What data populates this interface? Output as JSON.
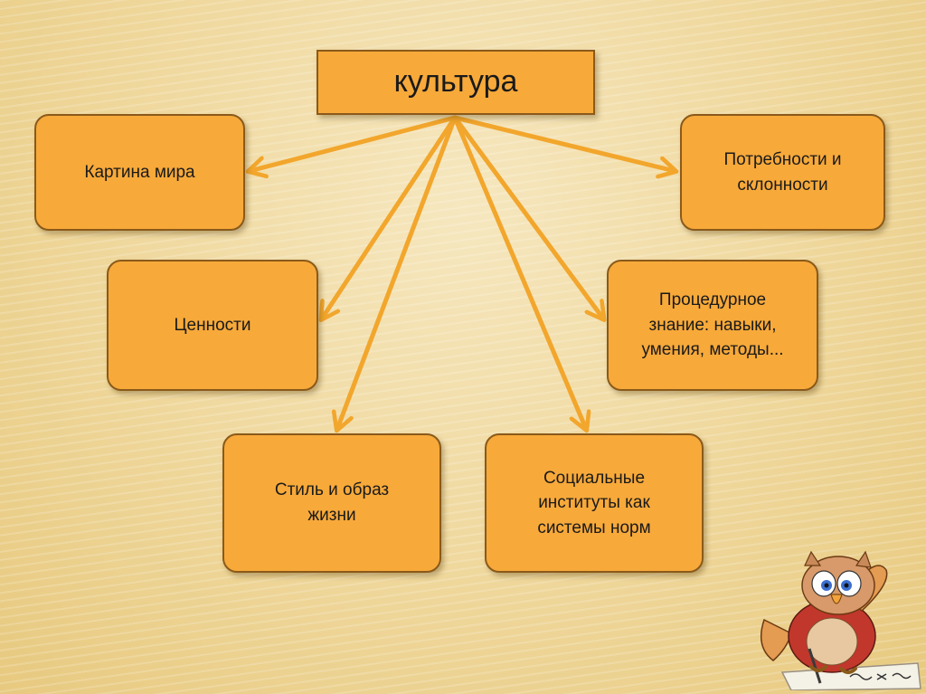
{
  "diagram": {
    "root": "культура",
    "nodes": [
      {
        "id": "worldview",
        "label": "Картина мира"
      },
      {
        "id": "needs",
        "label": "Потребности и\nсклонности"
      },
      {
        "id": "values",
        "label": "Ценности"
      },
      {
        "id": "procedural",
        "label": "Процедурное\nзнание: навыки,\nумения, методы..."
      },
      {
        "id": "lifestyle",
        "label": "Стиль и образ\nжизни"
      },
      {
        "id": "institutions",
        "label": "Социальные\nинституты как\nсистемы норм"
      }
    ],
    "edges": [
      {
        "from": "root",
        "to": "worldview"
      },
      {
        "from": "root",
        "to": "needs"
      },
      {
        "from": "root",
        "to": "values"
      },
      {
        "from": "root",
        "to": "procedural"
      },
      {
        "from": "root",
        "to": "lifestyle"
      },
      {
        "from": "root",
        "to": "institutions"
      }
    ]
  },
  "colors": {
    "box_fill": "#f7a93a",
    "box_border": "#8a5a1a",
    "arrow": "#f2a62c",
    "background": "#efd79b"
  },
  "decoration": {
    "icon": "owl-mascot-icon"
  }
}
